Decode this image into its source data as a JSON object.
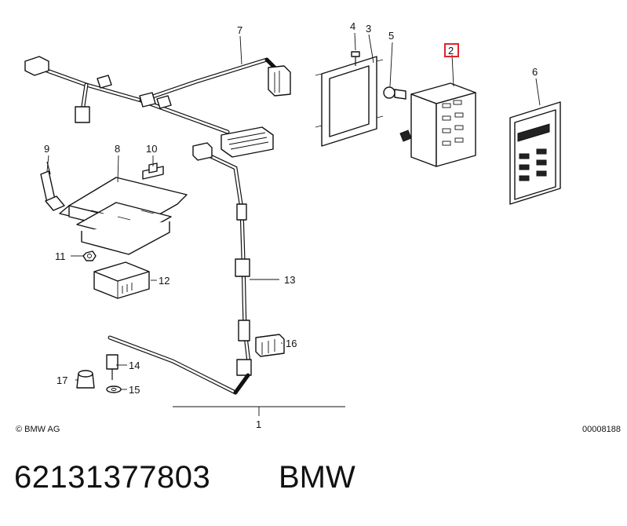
{
  "callouts": {
    "c1": "1",
    "c2": "2",
    "c3": "3",
    "c4": "4",
    "c5": "5",
    "c6": "6",
    "c7": "7",
    "c8": "8",
    "c9": "9",
    "c10": "10",
    "c11": "11",
    "c12": "12",
    "c13": "13",
    "c14": "14",
    "c15": "15",
    "c16": "16",
    "c17": "17"
  },
  "highlighted_callout": "2",
  "highlight_color": "#e0242b",
  "copyright": "© BMW AG",
  "diagram_number": "00008188",
  "part_number": "62131377803",
  "brand": "BMW"
}
